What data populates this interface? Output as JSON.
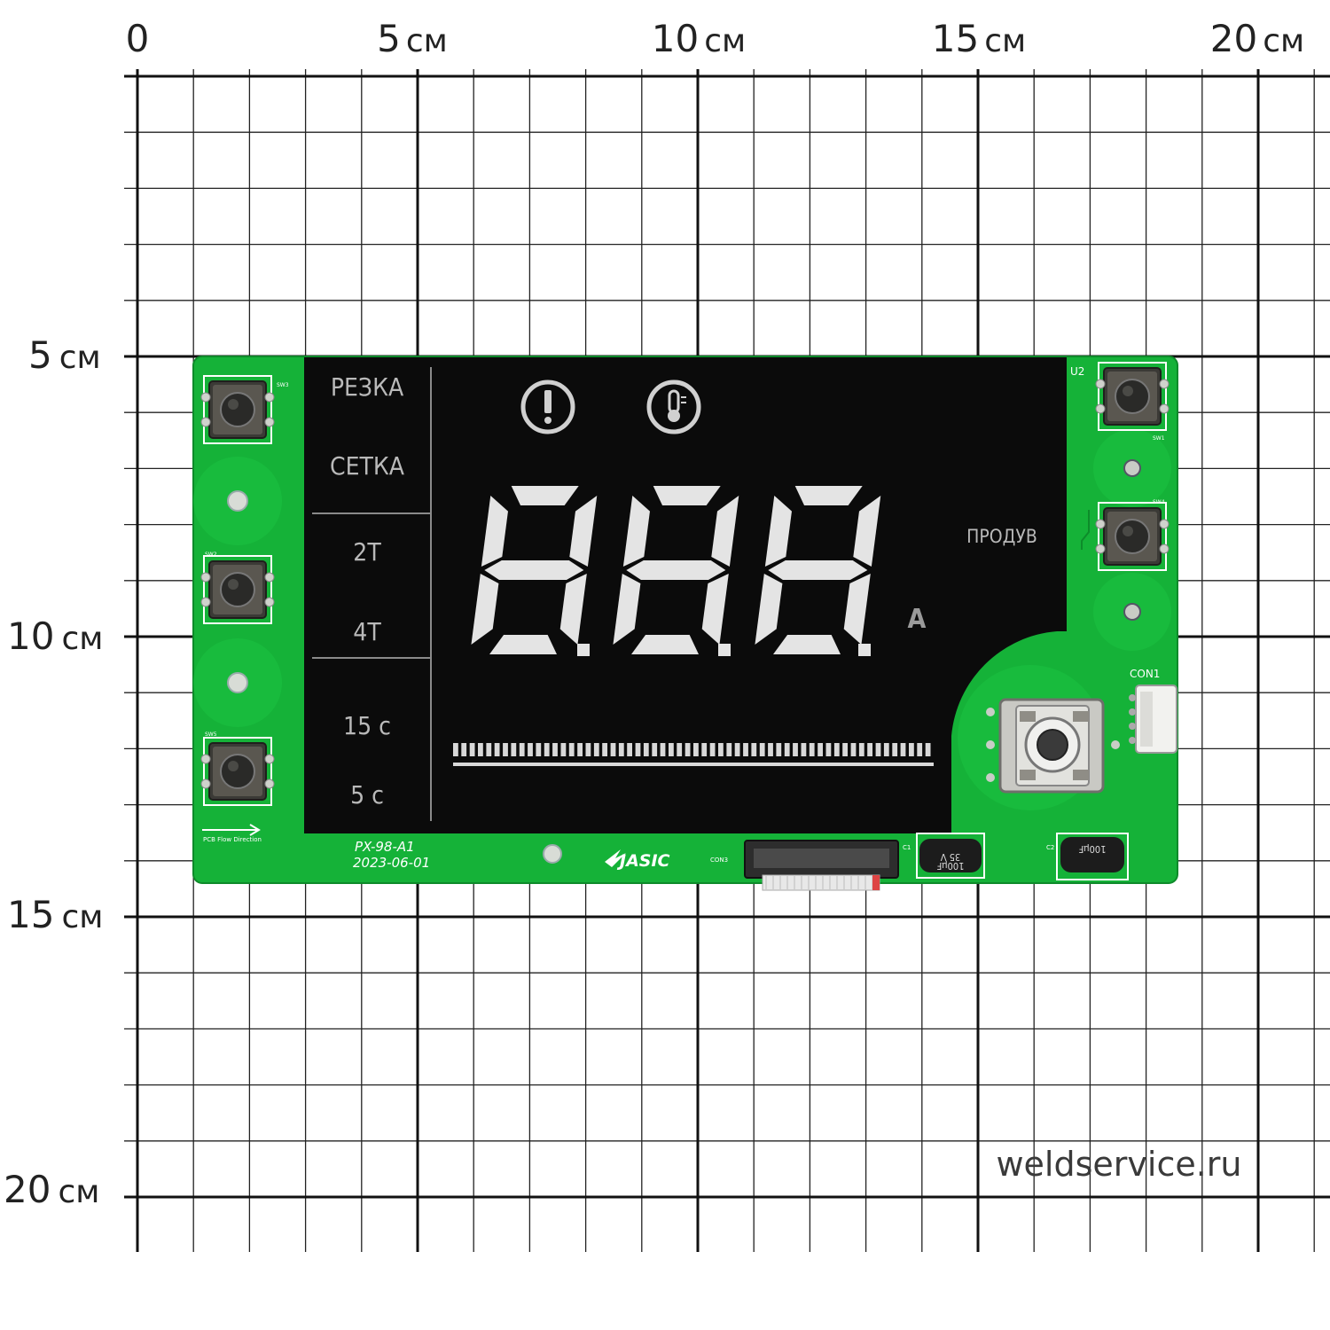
{
  "ruler": {
    "top_labels": [
      {
        "num": "0",
        "unit": ""
      },
      {
        "num": "5",
        "unit": "см"
      },
      {
        "num": "10",
        "unit": "см"
      },
      {
        "num": "15",
        "unit": "см"
      },
      {
        "num": "20",
        "unit": "см"
      }
    ],
    "left_labels": [
      {
        "num": "5",
        "unit": "см"
      },
      {
        "num": "10",
        "unit": "см"
      },
      {
        "num": "15",
        "unit": "см"
      },
      {
        "num": "20",
        "unit": "см"
      }
    ]
  },
  "display": {
    "mode_cut": "РЕЗКА",
    "mode_grid": "СЕТКА",
    "trigger_2t": "2T",
    "trigger_4t": "4T",
    "time_15": "15 с",
    "time_5": "5 с",
    "purge": "ПРОДУВ",
    "unit": "A",
    "digits": "888"
  },
  "pcb": {
    "model": "PX-98-A1",
    "date": "2023-06-01",
    "brand": "JASIC",
    "sw1": "SW1",
    "sw2": "SW2",
    "sw3": "SW3",
    "sw4": "SW4",
    "sw5": "SW5",
    "u2": "U2",
    "con1": "CON1",
    "con3": "CON3",
    "flow": "PCB Flow Direction",
    "cap_value": "100μF",
    "cap_voltage": "35 V",
    "c1": "C1",
    "c2": "C2"
  },
  "colors": {
    "board": "#17b43a",
    "display": "#0b0b0b",
    "segment": "#e4e4e4"
  },
  "watermark": "weldservice.ru"
}
